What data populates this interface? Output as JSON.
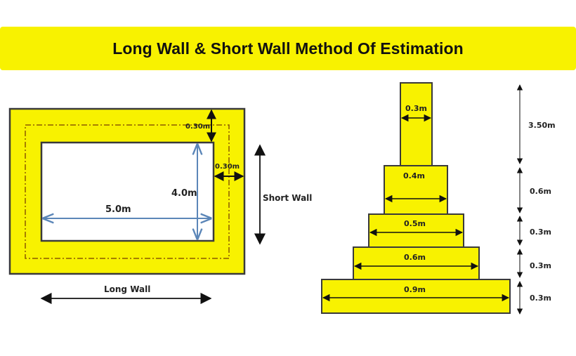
{
  "header": {
    "title": "Long Wall & Short Wall Method Of Estimation"
  },
  "colors": {
    "wall_fill": "#f8f200",
    "wall_stroke": "#3a3a3a",
    "center_line": "#8a5a00",
    "inner_dimension": "#5b86b8",
    "arrow": "#111111"
  },
  "plan": {
    "internal_length": "5.0m",
    "internal_width": "4.0m",
    "wall_thickness_top": "0.30m",
    "wall_thickness_side": "0.30m",
    "short_wall_label": "Short Wall",
    "long_wall_label": "Long Wall"
  },
  "section": {
    "steps": [
      {
        "width": "0.3m",
        "height": "3.50m"
      },
      {
        "width": "0.4m",
        "height": "0.6m"
      },
      {
        "width": "0.5m",
        "height": "0.3m"
      },
      {
        "width": "0.6m",
        "height": "0.3m"
      },
      {
        "width": "0.9m",
        "height": "0.3m"
      }
    ]
  }
}
